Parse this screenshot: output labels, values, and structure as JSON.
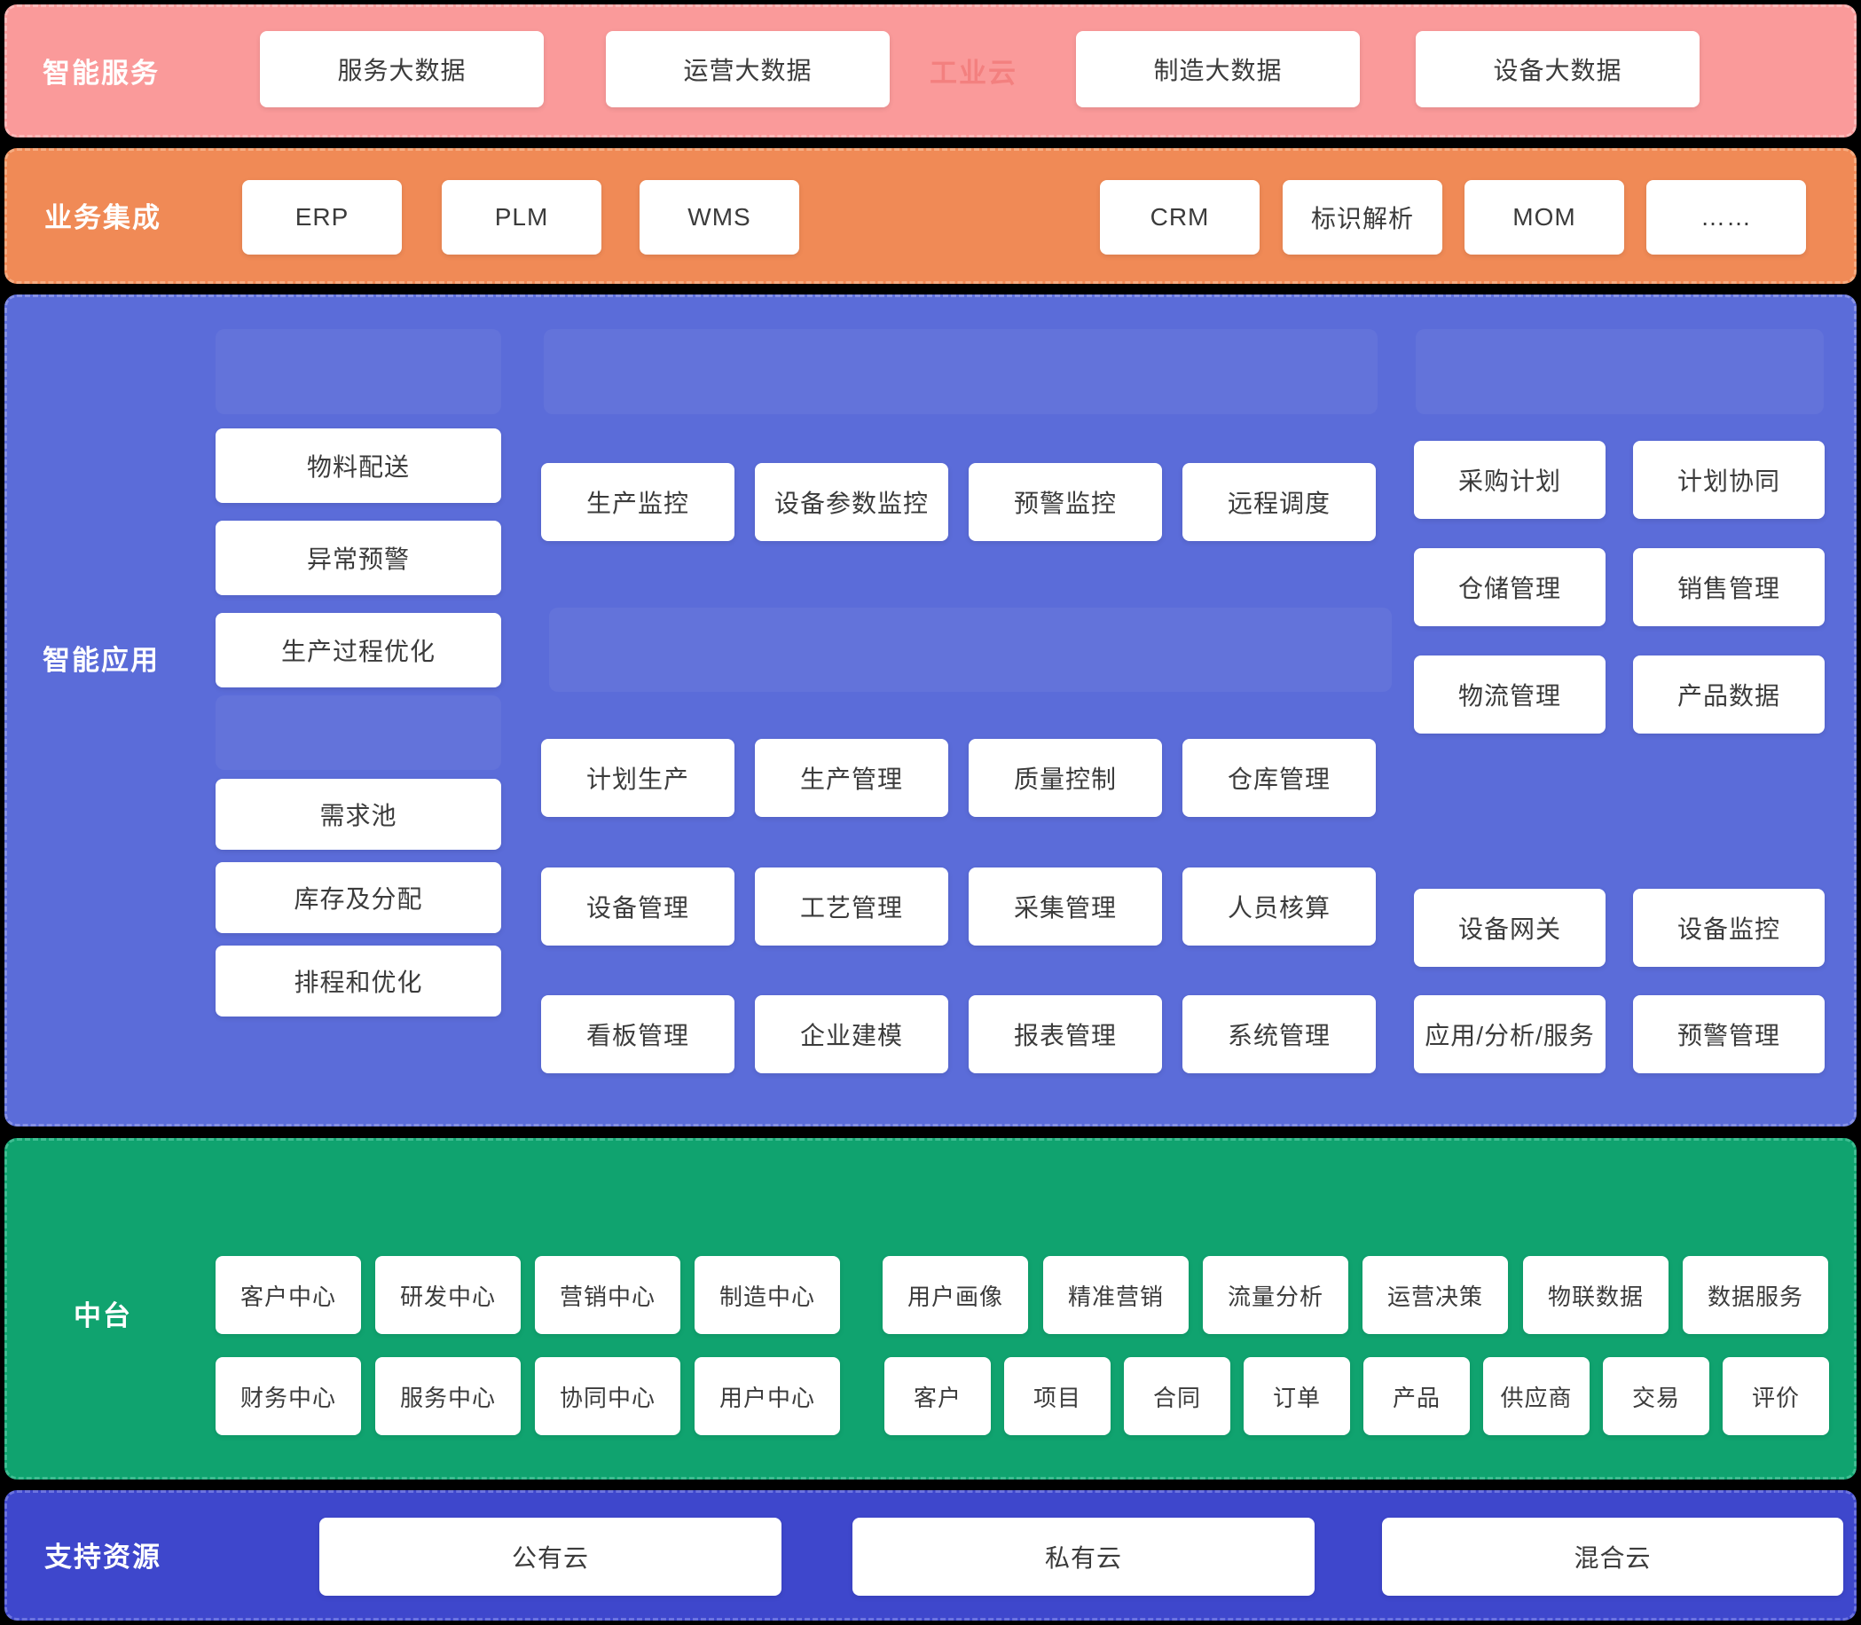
{
  "colors": {
    "background": "#000000",
    "services_band": "#FA9A9A",
    "integration_band": "#F08A56",
    "applications_band": "#5B6CD9",
    "platform_band": "#10A36F",
    "resources_band": "#3E47CC",
    "industrial_cloud_text": "#F3807F",
    "box_text": "#3B3B3B",
    "box_background": "#FFFFFF"
  },
  "bands": {
    "services": {
      "label": "智能服务",
      "industrial_cloud_label": "工业云",
      "boxes": [
        "服务大数据",
        "运营大数据",
        "制造大数据",
        "设备大数据"
      ]
    },
    "integration": {
      "label": "业务集成",
      "boxes": [
        "ERP",
        "PLM",
        "WMS",
        "CRM",
        "标识解析",
        "MOM",
        "……"
      ]
    },
    "applications": {
      "label": "智能应用",
      "left_top": [
        "物料配送",
        "异常预警",
        "生产过程优化"
      ],
      "left_bottom": [
        "需求池",
        "库存及分配",
        "排程和优化"
      ],
      "grid": [
        [
          "生产监控",
          "设备参数监控",
          "预警监控",
          "远程调度"
        ],
        [
          "计划生产",
          "生产管理",
          "质量控制",
          "仓库管理"
        ],
        [
          "设备管理",
          "工艺管理",
          "采集管理",
          "人员核算"
        ],
        [
          "看板管理",
          "企业建模",
          "报表管理",
          "系统管理"
        ]
      ],
      "right": [
        [
          "采购计划",
          "计划协同"
        ],
        [
          "仓储管理",
          "销售管理"
        ],
        [
          "物流管理",
          "产品数据"
        ],
        [
          "设备网关",
          "设备监控"
        ],
        [
          "应用/分析/服务",
          "预警管理"
        ]
      ]
    },
    "platform": {
      "label": "中台",
      "centers_row1": [
        "客户中心",
        "研发中心",
        "营销中心",
        "制造中心"
      ],
      "data_row1": [
        "用户画像",
        "精准营销",
        "流量分析",
        "运营决策",
        "物联数据",
        "数据服务"
      ],
      "centers_row2": [
        "财务中心",
        "服务中心",
        "协同中心",
        "用户中心"
      ],
      "data_row2": [
        "客户",
        "项目",
        "合同",
        "订单",
        "产品",
        "供应商",
        "交易",
        "评价"
      ]
    },
    "resources": {
      "label": "支持资源",
      "boxes": [
        "公有云",
        "私有云",
        "混合云"
      ]
    }
  }
}
